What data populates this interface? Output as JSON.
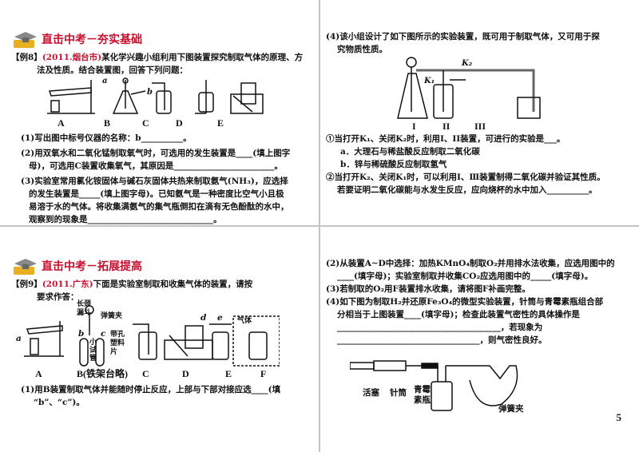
{
  "section1": {
    "heading": "直击中考－夯实基础",
    "example_tag": "【例8】",
    "source": "(2011.烟台市)",
    "intro_1": "某化学兴趣小组利用下图装置探究制取气体的原理、方",
    "intro_2": "法及性质。结合装置图，回答下列问题：",
    "apparatus_labels": [
      "A",
      "B",
      "C",
      "D",
      "E"
    ],
    "marker_a": "a",
    "marker_b": "b",
    "q1": "(1)写出图中标号仪器的名称：b__________。",
    "q2_1": "(2)用双氧水和二氧化锰制取氧气时，可选用的发生装置是____(填上图字",
    "q2_2": "母)，可选用C装置收集氧气，其原因是________________________。",
    "q3_1": "(3)实验室常用氯化铵固体与碱石灰固体共热来制取氨气(NH₃)，应选择",
    "q3_2": "的发生装置是_____(填上图字母)。已知氨气是一种密度比空气小且极",
    "q3_3": "易溶于水的气体。将收集满氨气的集气瓶倒扣在滴有无色酚酞的水中，",
    "q3_4": "观察到的现象是______________________________。"
  },
  "section2": {
    "q4_1": "(4)该小组设计了如下图所示的实验装置，既可用于制取气体，又可用于探",
    "q4_2": "究物质性质。",
    "k1": "K₁",
    "k2": "K₂",
    "apparatus_labels": [
      "I",
      "II",
      "III"
    ],
    "s1": "①当打开K₁、关闭K₂时，利用I、II装置，可进行的实验是___。",
    "opt_a": "a．大理石与稀盐酸反应制取二氧化碳",
    "opt_b": "b．锌与稀硫酸反应制取氢气",
    "s2_1": "②当打开K₂、关闭K₁时，可以利用Ⅰ、Ⅲ装置制得二氧化碳并验证其性质。",
    "s2_2": "若要证明二氧化碳能与水发生反应，应向烧杯的水中加入__________。"
  },
  "section3": {
    "heading": "直击中考－拓展提高",
    "example_tag": "【例9】",
    "source": "(2011.广东)",
    "intro_1": "下面是实验室制取和收集气体的装置，请按",
    "intro_2": "要求作答：",
    "funnel": "长颈漏斗",
    "clip": "弹簧夹",
    "tube": "小试管",
    "plate": "带孔塑料片",
    "gas": "气体",
    "marker_a": "a",
    "marker_b": "b",
    "marker_c": "c",
    "marker_d": "d",
    "marker_e": "e",
    "apparatus_labels": [
      "A",
      "B(铁架台略)",
      "C",
      "D",
      "E",
      "F"
    ],
    "q1_1": "(1)用B装置制取气体并能随时停止反应，上部与下部对接应选____(填",
    "q1_2": "“b”、“c”)。"
  },
  "section4": {
    "q2_1": "(2)从装置A~D中选择：加热KMnO₄制取O₂并用排水法收集，应选用图中的",
    "q2_2": "____(填字母)；实验室制取并收集CO₂应选用图中的_____(填字母)。",
    "q3": "(3)若制取的O₂用F装置排水收集，请将图F补画完整。",
    "q4_1": "(4)如下图为制取H₂并还原Fe₃O₄的微型实验装置，针筒与青霉素瓶组合部",
    "q4_2": "分相当于上图装置____(填字母)；检查此装置气密性的具体操作是",
    "q4_3": "_______________________________________，若现象为",
    "q4_4": "__________________________________，则气密性良好。",
    "plunger": "活塞",
    "syringe": "针筒",
    "bottle": "青霉素瓶",
    "clip": "弹簧夹"
  },
  "page_number": "5"
}
